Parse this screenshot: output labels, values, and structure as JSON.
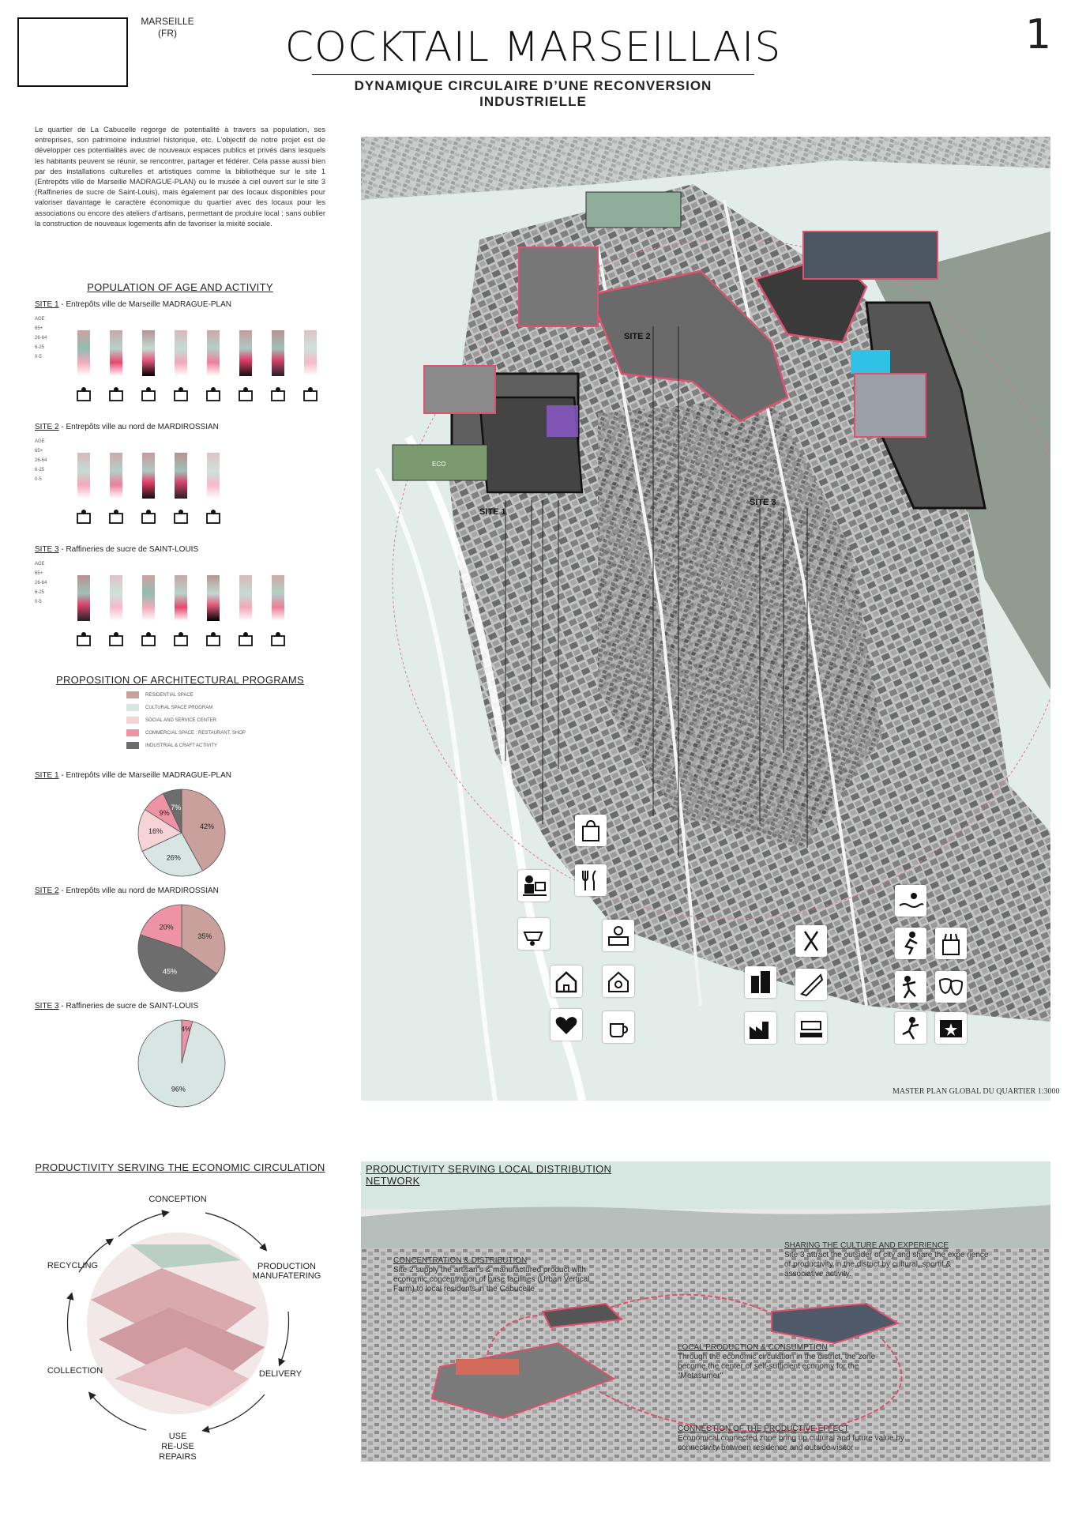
{
  "header": {
    "city": "MARSEILLE",
    "country": "(FR)",
    "title": "COCKTAIL MARSEILLAIS",
    "subtitle": "DYNAMIQUE CIRCULAIRE D’UNE RECONVERSION INDUSTRIELLE",
    "page_number": "1"
  },
  "intro_text": "Le quartier de La Cabucelle regorge de potentialité à travers sa population, ses entreprises, son patrimoine industriel historique, etc. L’objectif de notre projet est de développer ces potentialités avec de nouveaux espaces publics et privés dans lesquels les habitants peuvent se réunir, se rencontrer, partager et fédérer. Cela passe aussi bien par des installations culturelles et artistiques comme la bibliothèque sur le site 1 (Entrepôts ville de Marseille MADRAGUE-PLAN) ou le musée à ciel ouvert sur le site 3 (Raffineries de sucre de Saint-Louis), mais également par des locaux disponibles pour valoriser davantage le caractère économique du quartier avec des locaux pour les associations ou encore des ateliers d’artisans, permettant de produire local ; sans oublier la construction de nouveaux logements afin de favoriser la mixité sociale.",
  "population": {
    "heading": "POPULATION OF AGE AND ACTIVITY",
    "age_labels": [
      "AGE",
      "65+",
      "26-64",
      "6-25",
      "0-5"
    ],
    "sites": [
      {
        "num": "SITE 1",
        "name": " - Entrepôts ville de Marseille MADRAGUE-PLAN",
        "bars": 8,
        "icons": [
          "workshop-icon",
          "house-care-icon",
          "tree-icon",
          "market-icon",
          "hands-icon",
          "office-worker-icon",
          "home-icon",
          "teacher-icon"
        ]
      },
      {
        "num": "SITE 2",
        "name": " - Entrepôts ville au nord de MARDIROSSIAN",
        "bars": 5,
        "icons": [
          "wheelbarrow-icon",
          "teacher-icon",
          "home-icon",
          "market-icon",
          "buildings-icon"
        ]
      },
      {
        "num": "SITE 3",
        "name": " - Raffineries de sucre de SAINT-LOUIS",
        "bars": 7,
        "icons": [
          "theater-stage-icon",
          "dance-icon",
          "tree-icon",
          "swim-icon",
          "hands-icon",
          "sport-icon",
          "masks-icon"
        ]
      }
    ]
  },
  "programs": {
    "heading": "PROPOSITION OF ARCHITECTURAL PROGRAMS",
    "legend": [
      {
        "label": "RESIDENTIAL SPACE",
        "color": "#c9a09b"
      },
      {
        "label": "CULTURAL SPACE PROGRAM",
        "color": "#d8e6e3"
      },
      {
        "label": "SOCIAL AND SERVICE CENTER",
        "color": "#f6d3d4"
      },
      {
        "label": "COMMERCIAL SPACE : RESTAURANT, SHOP",
        "color": "#ee93a6"
      },
      {
        "label": "INDUSTRIAL & CRAFT ACTIVITY",
        "color": "#6d6d6d"
      }
    ]
  },
  "chart_data": [
    {
      "type": "pie",
      "title": "SITE 1 - Entrepôts ville de Marseille MADRAGUE-PLAN",
      "categories": [
        "RESIDENTIAL SPACE",
        "CULTURAL SPACE PROGRAM",
        "SOCIAL AND SERVICE CENTER",
        "COMMERCIAL SPACE : RESTAURANT, SHOP",
        "INDUSTRIAL & CRAFT ACTIVITY"
      ],
      "values": [
        42,
        26,
        16,
        9,
        7
      ],
      "labels": [
        "42%",
        "26%",
        "16%",
        "9%",
        "7%"
      ]
    },
    {
      "type": "pie",
      "title": "SITE 2 - Entrepôts ville au nord de MARDIROSSIAN",
      "categories": [
        "RESIDENTIAL SPACE",
        "INDUSTRIAL & CRAFT ACTIVITY",
        "COMMERCIAL SPACE : RESTAURANT, SHOP"
      ],
      "values": [
        35,
        45,
        20
      ],
      "labels": [
        "35%",
        "45%",
        "20%"
      ]
    },
    {
      "type": "pie",
      "title": "SITE 3 - Raffineries de sucre de SAINT-LOUIS",
      "categories": [
        "COMMERCIAL SPACE : RESTAURANT, SHOP",
        "CULTURAL SPACE PROGRAM"
      ],
      "values": [
        4,
        96
      ],
      "labels": [
        "4%",
        "96%"
      ]
    }
  ],
  "colors": {
    "residential": "#c9a09b",
    "cultural": "#d8e6e3",
    "social": "#f6d3d4",
    "commercial": "#ee93a6",
    "industrial": "#6d6d6d",
    "accent": "#d9486b"
  },
  "map": {
    "site1": "SITE 1",
    "site2": "SITE 2",
    "site3": "SITE 3",
    "caption": "MASTER PLAN GLOBAL DU QUARTIER 1:3000",
    "eco_label": "ECO"
  },
  "circulation": {
    "heading": "PRODUCTIVITY SERVING THE ECONOMIC CIRCULATION",
    "steps": {
      "conception": "CONCEPTION",
      "production": "PRODUCTION MANUFATERING",
      "delivery": "DELIVERY",
      "use": "USE",
      "reuse": "RE-USE",
      "repairs": "REPAIRS",
      "collection": "COLLECTION",
      "recycling": "RECYCLING"
    }
  },
  "network": {
    "heading": "PRODUCTIVITY SERVING LOCAL DISTRIBUTION NETWORK",
    "annotations": [
      {
        "title": "CONCENTRATION & DISTRIBUTION",
        "body": "Site 2 supply the artisan’s & manufactured product with economic concentration of base facilities (Urban Vertical Farm) to local residents in the Cabucelle"
      },
      {
        "title": "SHARING THE CULTURE AND EXPERIENCE",
        "body": "Site 3 attract the outsider of city and share the expe rience of productivity in the district by cultural, sportif & associative activity."
      },
      {
        "title": "LOCAL PRODUCTION & CONSUMPTION",
        "body": "Through the economic circulation in the district, the zone become the center of self-sufficient economy for the \"Metasumer\""
      },
      {
        "title": "CONNECTION OF THE PRODUCTIVE EFFECT",
        "body": "Economical connected zone bring up cultural and future value by connectivity between residence and outside visitor"
      }
    ]
  }
}
